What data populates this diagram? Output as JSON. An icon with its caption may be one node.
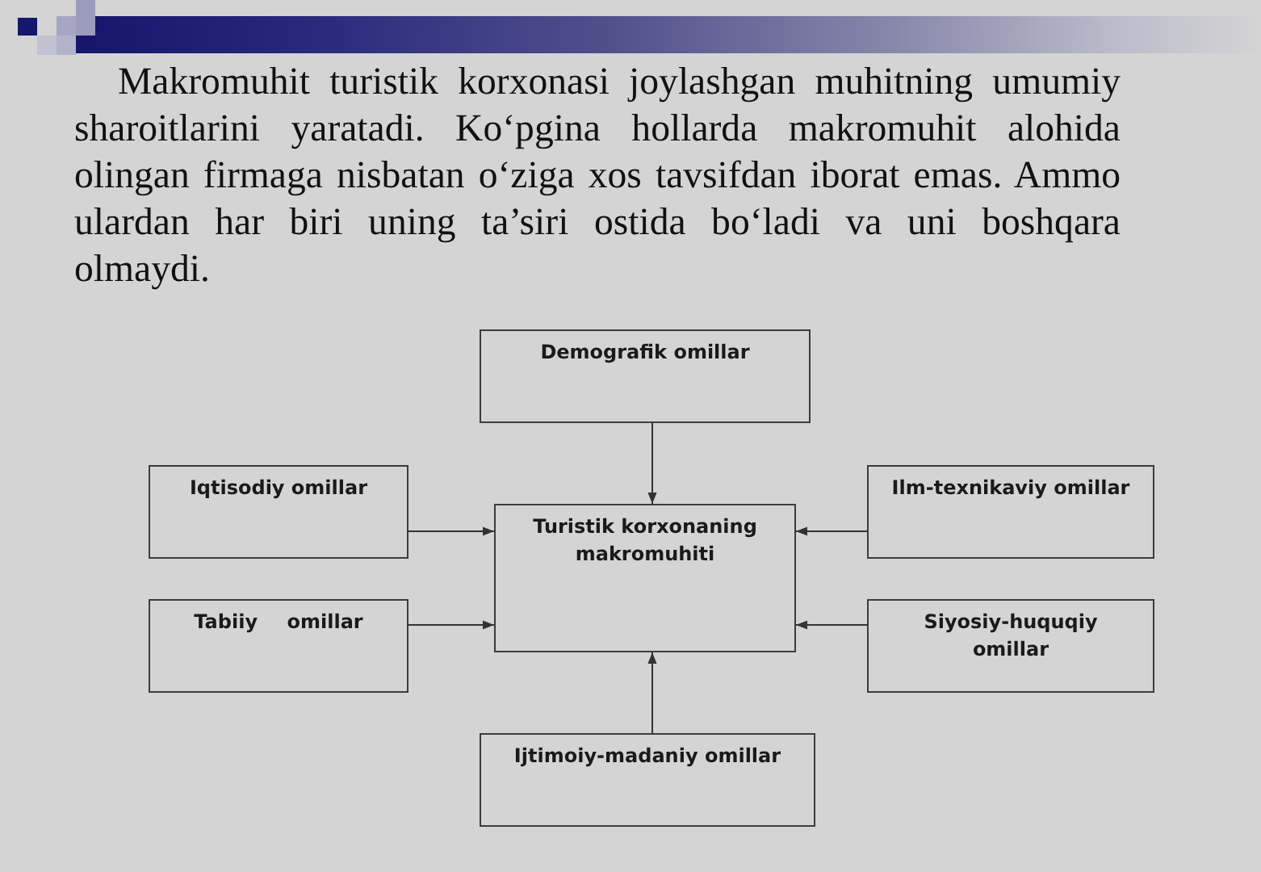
{
  "diagram": {
    "nodes": [
      {
        "text": [
          "Demografik omillar"
        ]
      },
      {
        "text": [
          "Iqtisodiy omillar"
        ]
      },
      {
        "text": [
          "Turistik korxonaning makromuhiti"
        ]
      },
      {
        "text": [
          "Ilm-texnikaviy omillar"
        ]
      },
      {
        "text": [
          "Tabiiy omillar"
        ]
      },
      {
        "text": [
          "Siyosiy-huquqiy omillar"
        ]
      },
      {
        "text": [
          "Ijtimoiy-madaniy omillar"
        ]
      }
    ],
    "edges": [
      {
        "from": 0,
        "to": 2,
        "arrow": "to"
      },
      {
        "from": 1,
        "to": 2,
        "arrow": "to"
      },
      {
        "from": 3,
        "to": 2,
        "arrow": "to"
      },
      {
        "from": 4,
        "to": 2,
        "arrow": "to"
      },
      {
        "from": 5,
        "to": 2,
        "arrow": "to"
      },
      {
        "from": 6,
        "to": 2,
        "arrow": "to"
      }
    ],
    "labels": [
      "Makromuhit turistik korxonasi joylashgan muhitning umumiy sharoitlarini yaratadi. Ko‘pgina hollarda makromuhit alohida olingan firmaga nisbatan o‘ziga xos tavsifdan iborat emas. Ammo ulardan har biri uning ta’siri ostida bo‘ladi va uni boshqara olmaydi."
    ]
  }
}
